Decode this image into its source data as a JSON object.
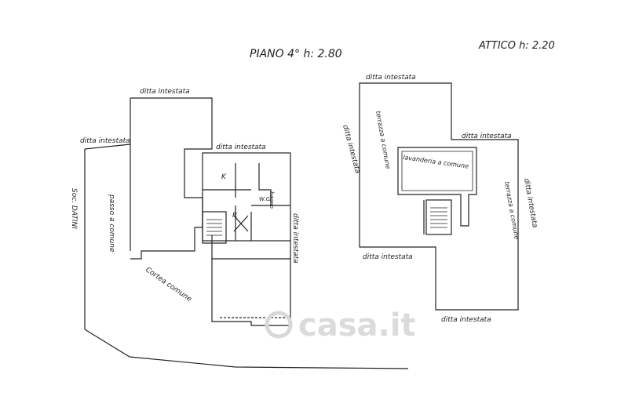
{
  "titles": {
    "left": "PIANO 4° h: 2.80",
    "right": "ATTICO h: 2.20"
  },
  "left_plan": {
    "labels": {
      "ditta_top": "ditta intestata",
      "ditta_left": "ditta intestata",
      "ditta_mid": "ditta intestata",
      "ditta_right_vertical": "ditta intestata",
      "soc": "Soc. DATINI",
      "passo": "passo a comune",
      "cortea": "Cortea comune",
      "kitchen": "K",
      "bagno": "bagno",
      "wc": "W.C.",
      "ripostiglio": "R"
    }
  },
  "right_plan": {
    "labels": {
      "ditta_top": "ditta intestata",
      "ditta_left_vertical": "ditta intestata",
      "terrazza_left": "terrazza a comune",
      "ditta_mid_right": "ditta intestata",
      "lavanderia": "lavanderia a comune",
      "terrazza_right": "terrazza a comune",
      "ditta_right_vertical": "ditta intestata",
      "ditta_bottom_left": "ditta intestata",
      "ditta_bottom_right": "ditta intestata"
    }
  },
  "watermark": {
    "text": "casa.it"
  },
  "colors": {
    "ink": "#222222",
    "watermark": "#d8d8d8"
  }
}
